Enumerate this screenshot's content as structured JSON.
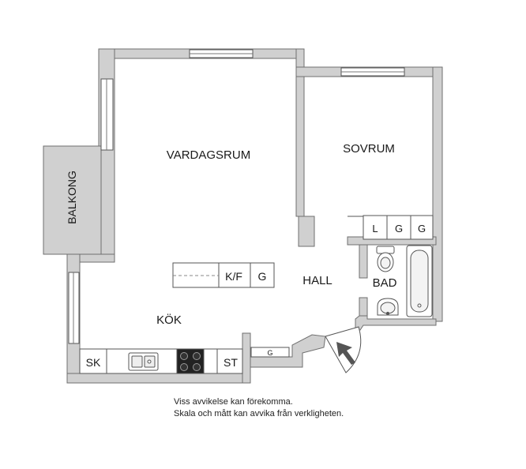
{
  "rooms": {
    "living": "VARDAGSRUM",
    "bedroom": "SOVRUM",
    "balcony": "BALKONG",
    "kitchen": "KÖK",
    "hall": "HALL",
    "bath": "BAD"
  },
  "fixtures": {
    "kf": "K/F",
    "g_kitchen": "G",
    "sk": "SK",
    "st": "ST",
    "g_small": "G",
    "l": "L",
    "g1": "G",
    "g2": "G"
  },
  "notes": {
    "line1": "Viss avvikelse kan förekomma.",
    "line2": "Skala och mått kan avvika från verkligheten."
  },
  "colors": {
    "wall": "#d0d0d0",
    "wall_edge": "#777777",
    "line": "#555555",
    "door_arrow": "#555555"
  }
}
